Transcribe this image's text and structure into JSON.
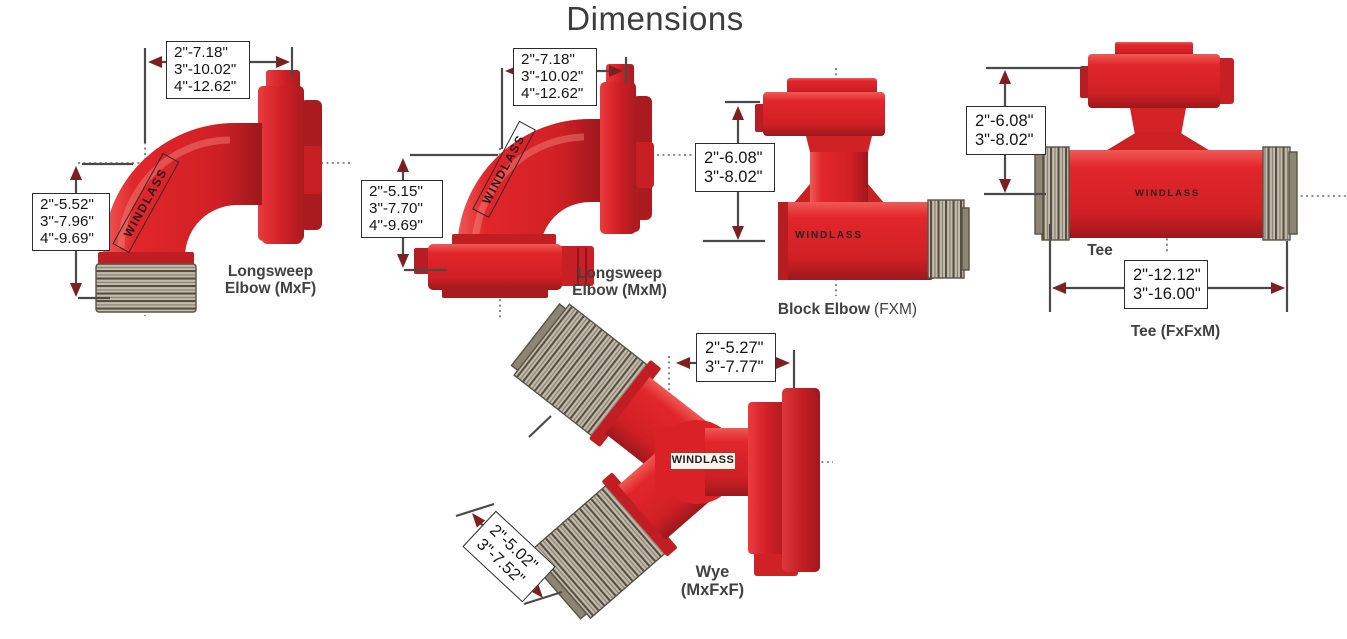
{
  "title": "Dimensions",
  "brand": "WINDLASS",
  "fittings": {
    "elbow_mxf": {
      "label_line1": "Longsweep",
      "label_line2": "Elbow (MxF)",
      "dim_width": "2\"-7.18\"\n3\"-10.02\"\n4\"-12.62\"",
      "dim_height": "2\"-5.52\"\n3\"-7.96\"\n4\"-9.69\""
    },
    "elbow_mxm": {
      "label_line1": "Longsweep",
      "label_line2": "Elbow (MxM)",
      "dim_width": "2\"-7.18\"\n3\"-10.02\"\n4\"-12.62\"",
      "dim_height": "2\"-5.15\"\n3\"-7.70\"\n4\"-9.69\""
    },
    "block_elbow": {
      "label_bold": "Block Elbow",
      "label_suffix": "(FXM)",
      "dim_height": "2\"-6.08\"\n3\"-8.02\""
    },
    "tee": {
      "label_side": "Tee",
      "label_main": "Tee (FxFxM)",
      "dim_height": "2\"-6.08\"\n3\"-8.02\"",
      "dim_width": "2\"-12.12\"\n3\"-16.00\""
    },
    "wye": {
      "label_line1": "Wye",
      "label_line2": "(MxFxF)",
      "dim_top": "2\"-5.27\"\n3\"-7.77\"",
      "dim_branch": "2\"-5.02\"\n3\"-7.52\""
    }
  },
  "colors": {
    "fitting_red": "#DD2428",
    "fitting_red_dark": "#9C181C",
    "thread_gray": "#C3BCAE",
    "dimension_line": "#4A4A4A",
    "arrowhead_maroon": "#7D2022",
    "label_text": "#414141"
  }
}
